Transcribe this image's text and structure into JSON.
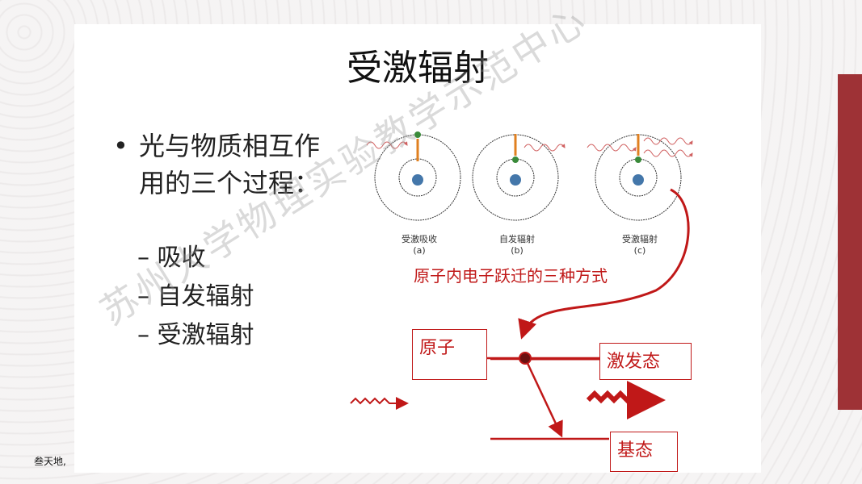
{
  "slide": {
    "title": "受激辐射",
    "bullet": "光与物质相互作用的三个过程：",
    "sub_items": [
      "– 吸收",
      "– 自发辐射",
      "– 受激辐射"
    ]
  },
  "diagram": {
    "atom_captions": [
      {
        "name": "受激吸收",
        "tag": "(a)"
      },
      {
        "name": "自发辐射",
        "tag": "(b)"
      },
      {
        "name": "受激辐射",
        "tag": "(c)"
      }
    ],
    "heading": "原子内电子跃迁的三种方式",
    "atom_box": "原子",
    "excited_box": "激发态",
    "ground_box": "基态"
  },
  "watermark": "苏州大学物理实验教学示范中心",
  "footer": "叁天地,",
  "colors": {
    "accent": "#9e3236",
    "diagram_red": "#c01818"
  }
}
